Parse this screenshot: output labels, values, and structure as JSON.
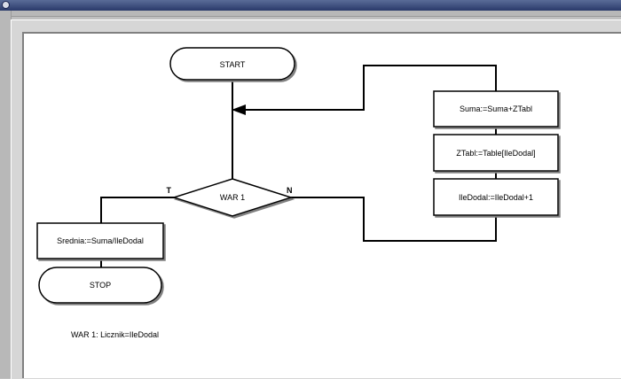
{
  "flowchart": {
    "start": "START",
    "stop": "STOP",
    "decision": "WAR 1",
    "decision_true": "T",
    "decision_false": "N",
    "steps": {
      "sum": "Suma:=Suma+ZTabl",
      "fetch": "ZTabl:=Table[IleDodal]",
      "increment": "IleDodal:=IleDodal+1",
      "average": "Srednia:=Suma/IleDodal"
    },
    "legend": "WAR 1: Licznik=IleDodal"
  },
  "colors": {
    "titlebar": "#2a3a6a",
    "canvas": "#ffffff",
    "frame": "#c0c0c0"
  }
}
